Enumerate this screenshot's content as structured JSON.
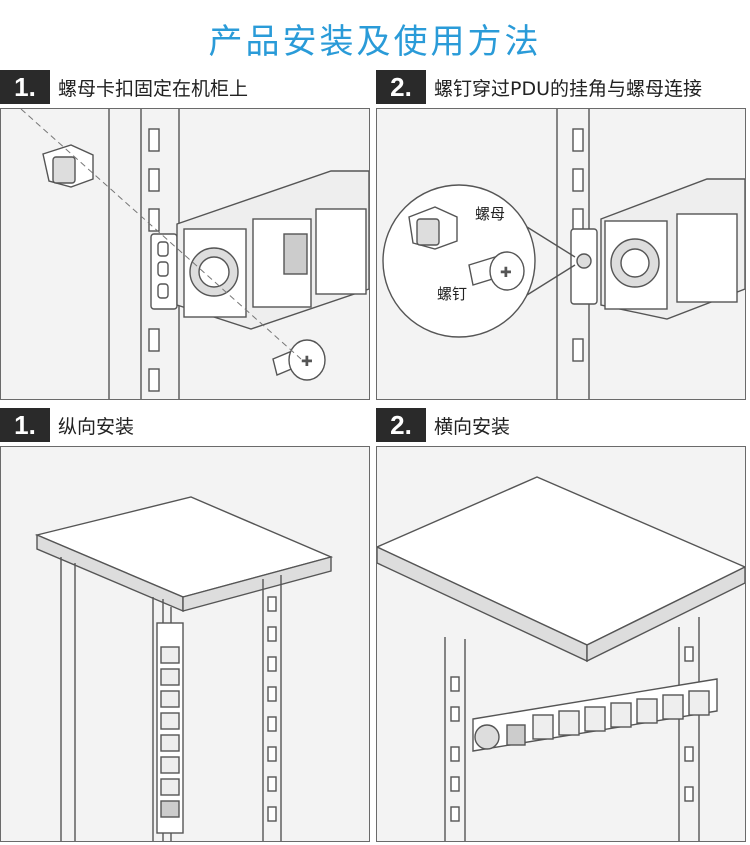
{
  "page": {
    "title": "产品安装及使用方法"
  },
  "panels": [
    {
      "number": "1.",
      "caption": "螺母卡扣固定在机柜上"
    },
    {
      "number": "2.",
      "caption": "螺钉穿过PDU的挂角与螺母连接",
      "labels": {
        "nut": "螺母",
        "screw": "螺钉"
      }
    },
    {
      "number": "1.",
      "caption": "纵向安装"
    },
    {
      "number": "2.",
      "caption": "横向安装"
    }
  ],
  "colors": {
    "title": "#2a9bd8",
    "badge": "#2a2a2a",
    "line": "#555555",
    "fill": "#f3f3f3"
  }
}
